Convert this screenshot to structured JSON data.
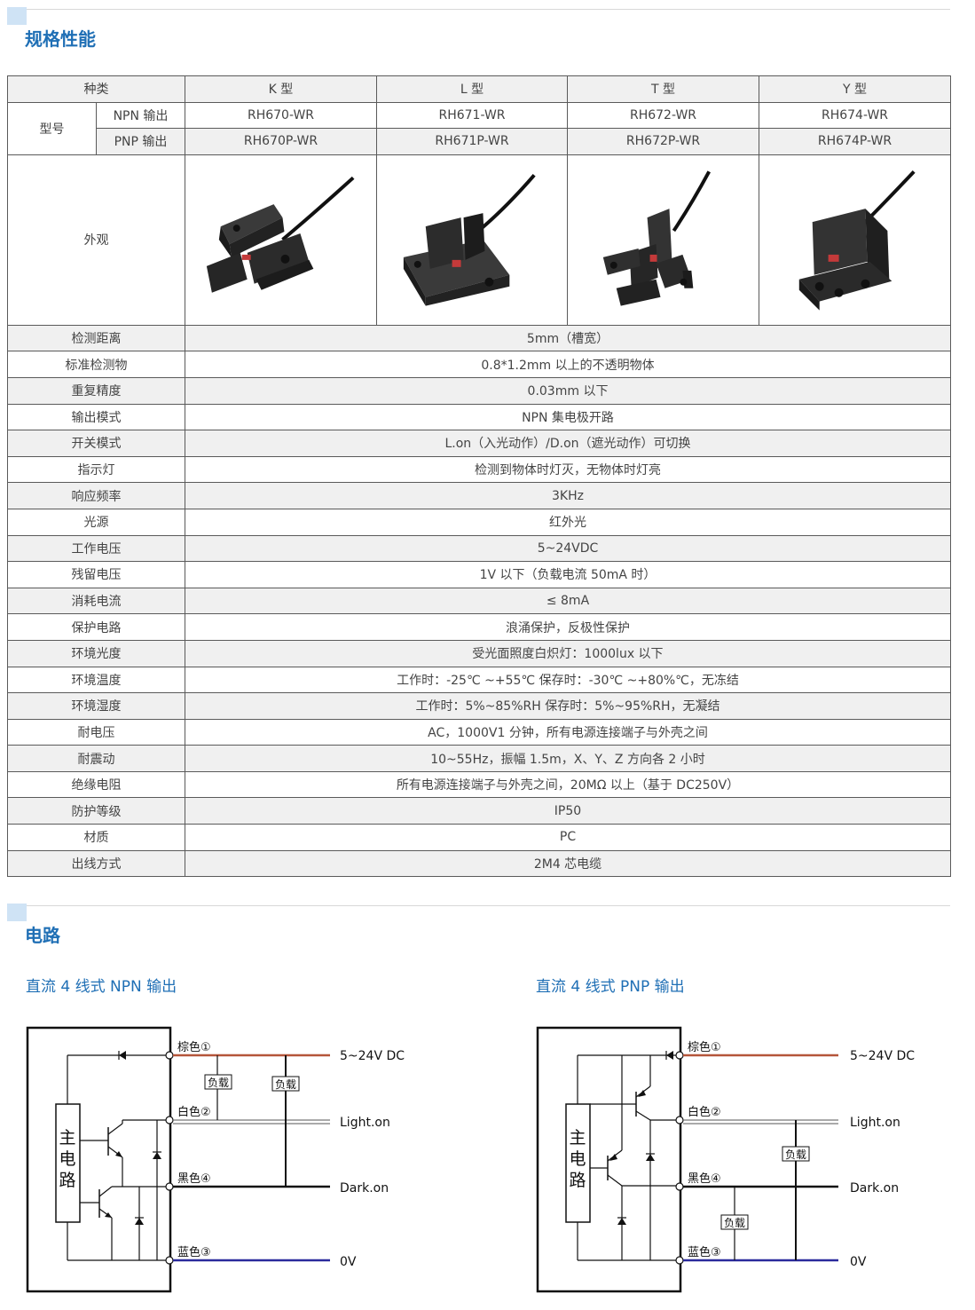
{
  "sections": {
    "spec_title": "规格性能",
    "circuit_title": "电路"
  },
  "table": {
    "header": {
      "category": "种类",
      "types": [
        "K 型",
        "L 型",
        "T 型",
        "Y 型"
      ]
    },
    "model_label": "型号",
    "npn_label": "NPN 输出",
    "pnp_label": "PNP 输出",
    "npn_models": [
      "RH670-WR",
      "RH671-WR",
      "RH672-WR",
      "RH674-WR"
    ],
    "pnp_models": [
      "RH670P-WR",
      "RH671P-WR",
      "RH672P-WR",
      "RH674P-WR"
    ],
    "appearance_label": "外观",
    "rows": [
      {
        "label": "检测距离",
        "value": "5mm（槽宽）"
      },
      {
        "label": "标准检测物",
        "value": "0.8*1.2mm 以上的不透明物体"
      },
      {
        "label": "重复精度",
        "value": "0.03mm 以下"
      },
      {
        "label": "输出模式",
        "value": "NPN 集电极开路"
      },
      {
        "label": "开关模式",
        "value": "L.on（入光动作）/D.on（遮光动作）可切换"
      },
      {
        "label": "指示灯",
        "value": "检测到物体时灯灭，无物体时灯亮"
      },
      {
        "label": "响应频率",
        "value": "3KHz"
      },
      {
        "label": "光源",
        "value": "红外光"
      },
      {
        "label": "工作电压",
        "value": "5~24VDC"
      },
      {
        "label": "残留电压",
        "value": "1V 以下（负载电流 50mA 时）"
      },
      {
        "label": "消耗电流",
        "value": "≤ 8mA"
      },
      {
        "label": "保护电路",
        "value": "浪涌保护，反极性保护"
      },
      {
        "label": "环境光度",
        "value": "受光面照度白炽灯：1000lux 以下"
      },
      {
        "label": "环境温度",
        "value": "工作时：-25℃ ~+55℃    保存时：-30℃ ~+80%℃，无冻结"
      },
      {
        "label": "环境湿度",
        "value": "工作时：5%~85%RH    保存时：5%~95%RH，无凝结"
      },
      {
        "label": "耐电压",
        "value": "AC，1000V1 分钟，所有电源连接端子与外壳之间"
      },
      {
        "label": "耐震动",
        "value": "10~55Hz，振幅 1.5m，X、Y、Z 方向各 2 小时"
      },
      {
        "label": "绝缘电阻",
        "value": "所有电源连接端子与外壳之间，20MΩ 以上（基于 DC250V）"
      },
      {
        "label": "防护等级",
        "value": "IP50"
      },
      {
        "label": "材质",
        "value": "PC"
      },
      {
        "label": "出线方式",
        "value": "2M4 芯电缆"
      }
    ]
  },
  "circuits": {
    "npn_title": "直流 4 线式 NPN 输出",
    "pnp_title": "直流 4 线式 PNP 输出",
    "main_circuit": [
      "主",
      "电",
      "路"
    ],
    "wires": {
      "brown": "棕色①",
      "white": "白色②",
      "black": "黑色④",
      "blue": "蓝色③"
    },
    "outputs": {
      "vdc": "5~24V DC",
      "light": "Light.on",
      "dark": "Dark.on",
      "zero": "0V"
    },
    "load": "负载"
  },
  "colors": {
    "accent": "#1f6fb5",
    "brown_wire": "#b5553a",
    "blue_wire": "#2a2ab0",
    "border": "#5a5a5a",
    "row_alt": "#f0f0f0"
  }
}
